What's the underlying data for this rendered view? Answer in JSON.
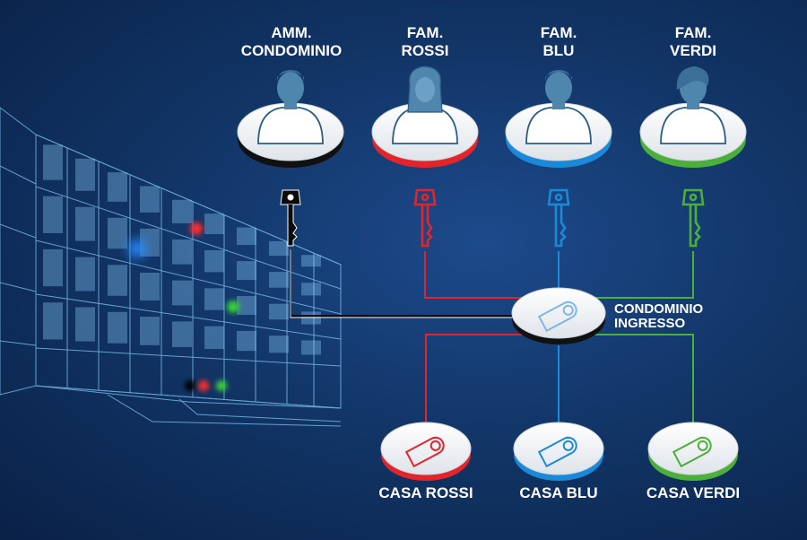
{
  "people": [
    {
      "line1": "AMM.",
      "line2": "CONDOMINIO",
      "color": "#111111",
      "avatar": "man-icon"
    },
    {
      "line1": "FAM.",
      "line2": "ROSSI",
      "color": "#e3252b",
      "avatar": "woman-long-hair-icon"
    },
    {
      "line1": "FAM.",
      "line2": "BLU",
      "color": "#1a8ad8",
      "avatar": "man-icon"
    },
    {
      "line1": "FAM.",
      "line2": "VERDI",
      "color": "#4caf3a",
      "avatar": "woman-short-hair-icon"
    }
  ],
  "hub": {
    "line1": "CONDOMINIO",
    "line2": "INGRESSO",
    "color": "#111111"
  },
  "homes": [
    {
      "label": "CASA ROSSI",
      "color": "#e3252b"
    },
    {
      "label": "CASA BLU",
      "color": "#1a8ad8"
    },
    {
      "label": "CASA VERDI",
      "color": "#4caf3a"
    }
  ],
  "icons": {
    "person": "avatar-icon",
    "key": "key-icon",
    "cylinder": "lock-cylinder-icon",
    "building": "building-icon"
  }
}
